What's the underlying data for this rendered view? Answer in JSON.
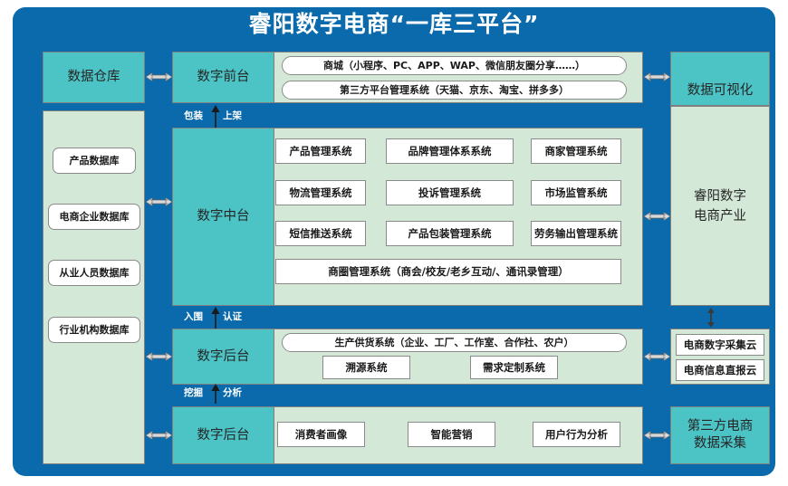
{
  "diagram": {
    "title": "睿阳数字电商“一库三平台”",
    "colors": {
      "frame_blue": "#0a6aab",
      "teal": "#4cc3c5",
      "mint": "#d4e8d8",
      "white": "#ffffff",
      "text_dark": "#262626"
    },
    "left_column": {
      "header": "数据仓库",
      "databases": [
        "产品数据库",
        "电商企业数据库",
        "从业人员数据库",
        "行业机构数据库"
      ]
    },
    "rows": [
      {
        "id": "front",
        "label": "数字前台",
        "items": [
          "商城（小程序、PC、APP、WAP、微信朋友圈分享……）",
          "第三方平台管理系统（天猫、京东、淘宝、拼多多）"
        ]
      },
      {
        "id": "middle",
        "label": "数字中台",
        "grid": [
          [
            "产品管理系统",
            "品牌管理体系系统",
            "商家管理系统"
          ],
          [
            "物流管理系统",
            "投诉管理系统",
            "市场监管系统"
          ],
          [
            "短信推送系统",
            "产品包装管理系统",
            "劳务输出管理系统"
          ]
        ],
        "wide_item": "商圈管理系统（商会/校友/老乡互动/、通讯录管理）"
      },
      {
        "id": "back1",
        "label": "数字后台",
        "wide_item": "生产供货系统（企业、工厂、工作室、合作社、农户）",
        "items": [
          "溯源系统",
          "需求定制系统"
        ]
      },
      {
        "id": "back2",
        "label": "数字后台",
        "items": [
          "消费者画像",
          "智能营销",
          "用户行为分析"
        ]
      }
    ],
    "connectors": [
      {
        "id": "pack",
        "left": "包装",
        "right": "上架"
      },
      {
        "id": "entry",
        "left": "入围",
        "right": "认证"
      },
      {
        "id": "mine",
        "left": "挖掘",
        "right": "分析"
      }
    ],
    "right_column": {
      "visualization": "数据可视化",
      "industry": "睿阳数字\n电商产业",
      "industry_line1": "睿阳数字",
      "industry_line2": "电商产业",
      "clouds": [
        "电商数字采集云",
        "电商信息直报云"
      ],
      "third_party_line1": "第三方电商",
      "third_party_line2": "数据采集"
    }
  }
}
